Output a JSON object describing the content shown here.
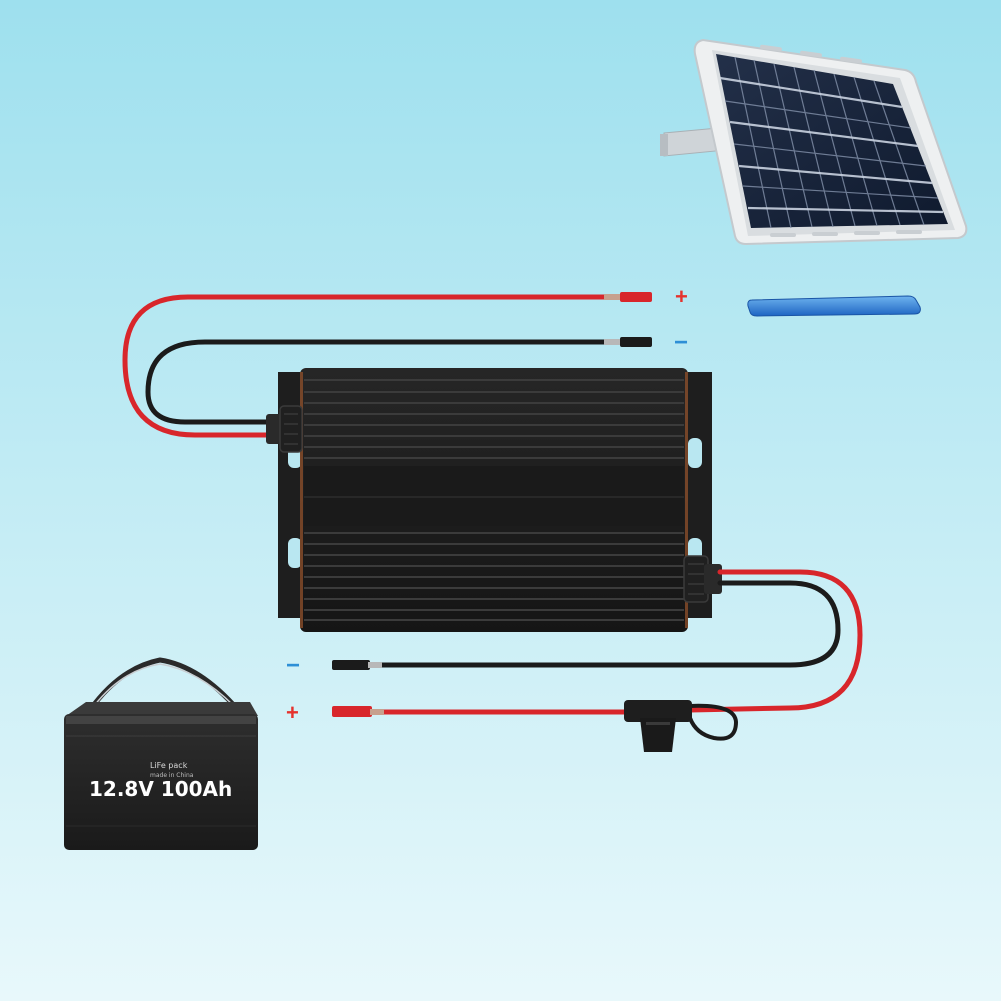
{
  "diagram": {
    "solar_panel": {
      "name": "solar-panel"
    },
    "controller": {
      "name": "charge-controller"
    },
    "battery": {
      "label": "12.8V 100Ah",
      "small_label": "LiFe pack",
      "small_label_2": "made in China"
    },
    "terminals": {
      "panel_positive": "+",
      "panel_negative": "−",
      "battery_negative": "−",
      "battery_positive": "+"
    }
  },
  "colors": {
    "background_top": "#9ee0ee",
    "background_bottom": "#e6f7fb",
    "positive_wire": "#d8262b",
    "negative_wire": "#1b1b1b",
    "positive_sign": "#e5322d",
    "negative_sign": "#2d8fd6",
    "controller_body": "#1c1c1c",
    "panel_connector": "#2f7fd0"
  }
}
